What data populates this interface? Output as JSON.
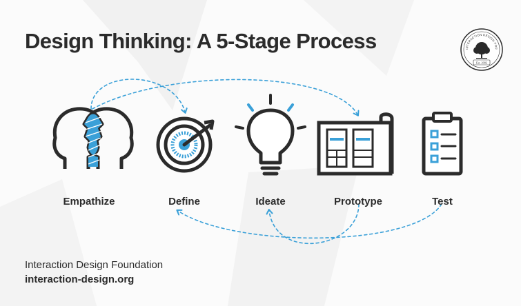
{
  "title": "Design Thinking: A 5-Stage Process",
  "seal": {
    "top_text": "INTERACTION DESIGN FOUNDATION",
    "bottom_text": "Est. 2002",
    "icon": "tree-icon"
  },
  "stages": [
    {
      "label": "Empathize",
      "icon": "two-heads-icon"
    },
    {
      "label": "Define",
      "icon": "target-with-arrow-icon"
    },
    {
      "label": "Ideate",
      "icon": "lightbulb-icon"
    },
    {
      "label": "Prototype",
      "icon": "blueprint-scroll-icon"
    },
    {
      "label": "Test",
      "icon": "clipboard-checklist-icon"
    }
  ],
  "footer": {
    "organization": "Interaction Design Foundation",
    "website": "interaction-design.org"
  },
  "colors": {
    "text": "#2b2b2b",
    "accent": "#3aa0d8",
    "background": "#fbfbfb"
  }
}
